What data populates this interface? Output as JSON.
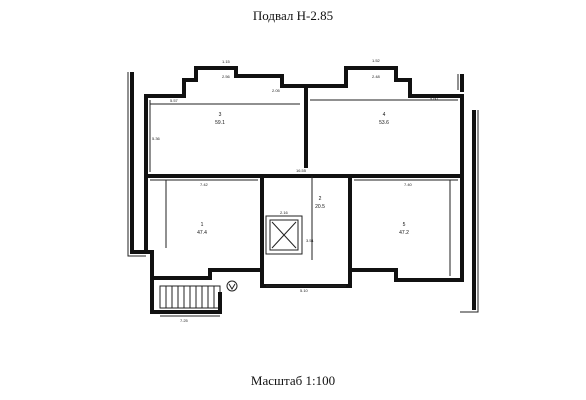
{
  "title": "Подвал Н-2.85",
  "scale_label": "Масштаб 1:100",
  "rooms": [
    {
      "number": "1",
      "area": "47.4"
    },
    {
      "number": "2",
      "area": "20.5"
    },
    {
      "number": "3",
      "area": "59.1"
    },
    {
      "number": "4",
      "area": "53.6"
    },
    {
      "number": "5",
      "area": "47.2"
    }
  ],
  "dimensions": {
    "top_left": "1.15",
    "top_mid_left": "2.56",
    "top_mid": "2.05",
    "top_right_a": "1.52",
    "top_right_b": "2.48",
    "room3_width": "5.57",
    "room4_width": "5.60",
    "room1_width": "7.42",
    "room5_width": "7.40",
    "corridor_width": "16.55",
    "shaft": "2.16",
    "room2_depth": "3.51",
    "room3_height": "5.36",
    "bottom_mid": "5.10",
    "bottom_left": "7.25"
  }
}
